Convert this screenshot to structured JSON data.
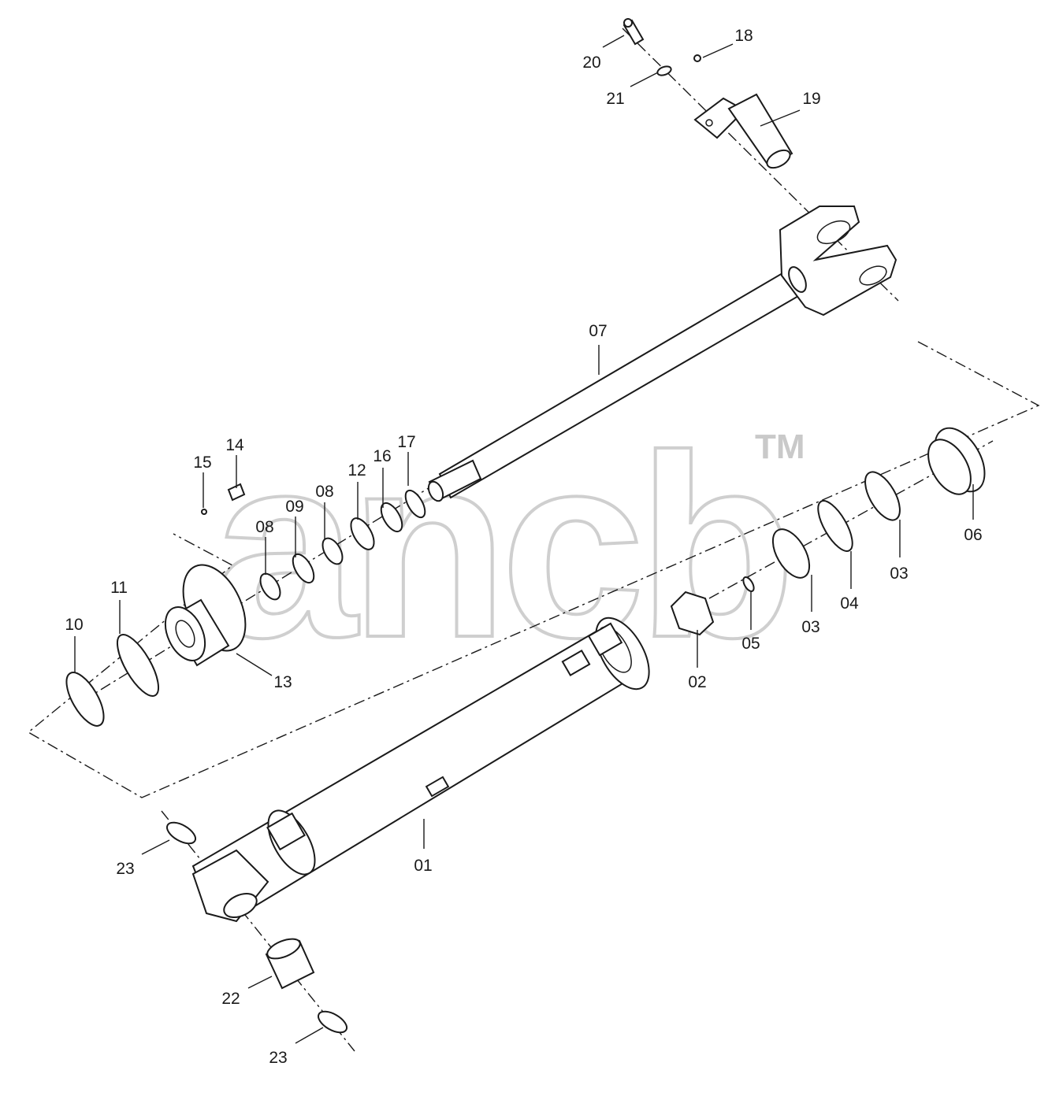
{
  "watermark": {
    "text": "ancb",
    "trademark": "TM"
  },
  "part_labels": {
    "p01": "01",
    "p02": "02",
    "p03a": "03",
    "p03b": "03",
    "p04": "04",
    "p05": "05",
    "p06": "06",
    "p07": "07",
    "p08a": "08",
    "p08b": "08",
    "p09": "09",
    "p10": "10",
    "p11": "11",
    "p12": "12",
    "p13": "13",
    "p14": "14",
    "p15": "15",
    "p16": "16",
    "p17": "17",
    "p18": "18",
    "p19": "19",
    "p20": "20",
    "p21": "21",
    "p22": "22",
    "p23a": "23",
    "p23b": "23"
  },
  "colors": {
    "line": "#1a1a1a",
    "watermark": "#cfcfcf",
    "background": "#ffffff"
  }
}
